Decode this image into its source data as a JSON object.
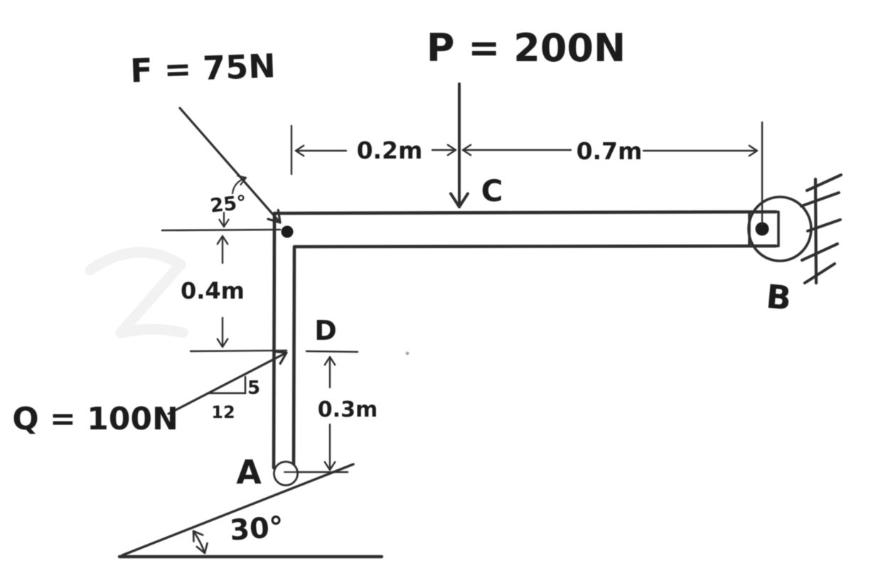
{
  "meta": {
    "background": "#ffffff",
    "ink": "#2e2e2e"
  },
  "forces": {
    "f": "F = 75N",
    "p": "P = 200N",
    "q": "Q = 100N"
  },
  "angles": {
    "f_from_vertical": "25°",
    "incline": "30°"
  },
  "dimensions": {
    "corner_to_c": "0.2m",
    "c_to_b": "0.7m",
    "corner_to_d": "0.4m",
    "d_to_a": "0.3m"
  },
  "slope": {
    "rise": "5",
    "run": "12"
  },
  "points": {
    "a": "A",
    "b": "B",
    "c": "C",
    "d": "D"
  }
}
